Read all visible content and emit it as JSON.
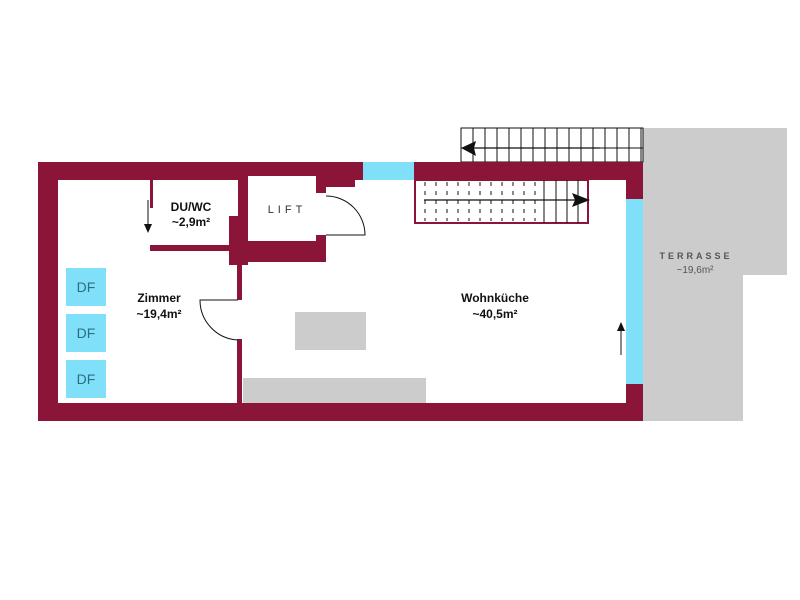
{
  "colors": {
    "wall": "#8a1538",
    "window": "#80e0fa",
    "gray": "#cccccc"
  },
  "rooms": {
    "duwc": {
      "name": "DU/WC",
      "area": "~2,9m²"
    },
    "lift": {
      "name": "LIFT"
    },
    "zimmer": {
      "name": "Zimmer",
      "area": "~19,4m²"
    },
    "wohnkueche": {
      "name": "Wohnküche",
      "area": "~40,5m²"
    },
    "terrasse": {
      "name": "TERRASSE",
      "area": "~19,6m²"
    }
  },
  "df_labels": [
    "DF",
    "DF",
    "DF"
  ]
}
